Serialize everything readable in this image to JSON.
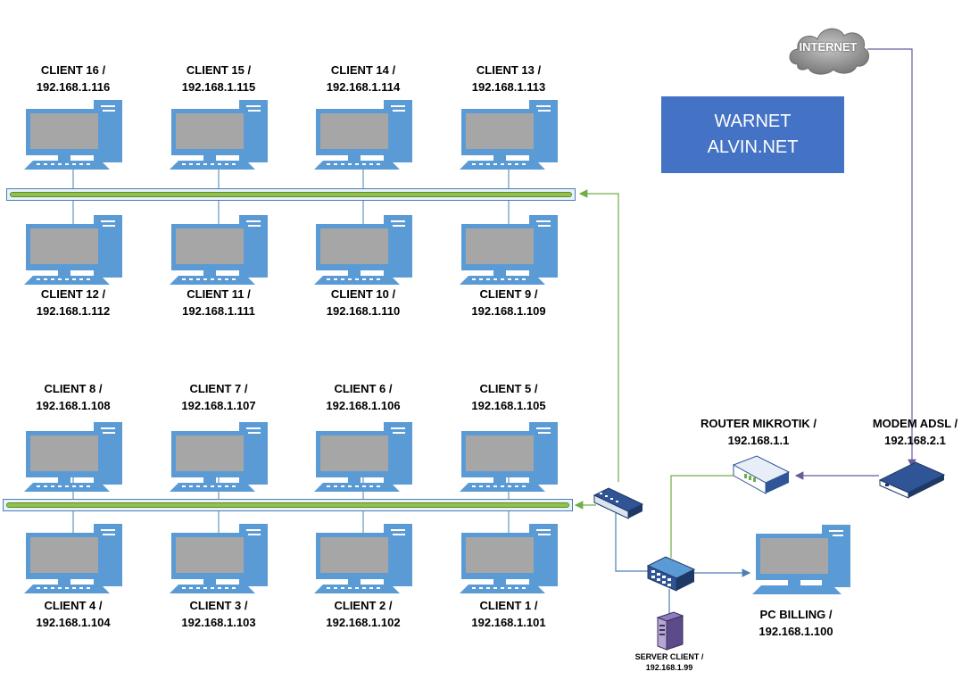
{
  "title": {
    "line1": "WARNET",
    "line2": "ALVIN.NET"
  },
  "internet": {
    "label": "INTERNET"
  },
  "modem": {
    "name": "MODEM ADSL  /",
    "ip": "192.168.2.1"
  },
  "router": {
    "name": "ROUTER MIKROTIK  /",
    "ip": "192.168.1.1"
  },
  "billing": {
    "name": "PC BILLING  /",
    "ip": "192.168.1.100"
  },
  "server": {
    "name": "SERVER CLIENT  /",
    "ip": "192.168.1.99"
  },
  "clients": [
    {
      "name": "CLIENT 16 /",
      "ip": "192.168.1.116"
    },
    {
      "name": "CLIENT 15 /",
      "ip": "192.168.1.115"
    },
    {
      "name": "CLIENT 14 /",
      "ip": "192.168.1.114"
    },
    {
      "name": "CLIENT 13 /",
      "ip": "192.168.1.113"
    },
    {
      "name": "CLIENT 12 /",
      "ip": "192.168.1.112"
    },
    {
      "name": "CLIENT 11 /",
      "ip": "192.168.1.111"
    },
    {
      "name": "CLIENT 10 /",
      "ip": "192.168.1.110"
    },
    {
      "name": "CLIENT 9 /",
      "ip": "192.168.1.109"
    },
    {
      "name": "CLIENT 8 /",
      "ip": "192.168.1.108"
    },
    {
      "name": "CLIENT 7 /",
      "ip": "192.168.1.107"
    },
    {
      "name": "CLIENT 6 /",
      "ip": "192.168.1.106"
    },
    {
      "name": "CLIENT 5 /",
      "ip": "192.168.1.105"
    },
    {
      "name": "CLIENT 4 /",
      "ip": "192.168.1.104"
    },
    {
      "name": "CLIENT 3 /",
      "ip": "192.168.1.103"
    },
    {
      "name": "CLIENT 2 /",
      "ip": "192.168.1.102"
    },
    {
      "name": "CLIENT 1 /",
      "ip": "192.168.1.101"
    }
  ],
  "colors": {
    "monitor_body": "#5b9bd5",
    "screen": "#a6a6a6",
    "title_bg": "#4472c4",
    "bus_fill": "#92c04f",
    "green_link": "#70ad47",
    "blue_link": "#4a7fb5",
    "gray_link": "#7f7f7f",
    "purple_link": "#6b5b9a"
  }
}
